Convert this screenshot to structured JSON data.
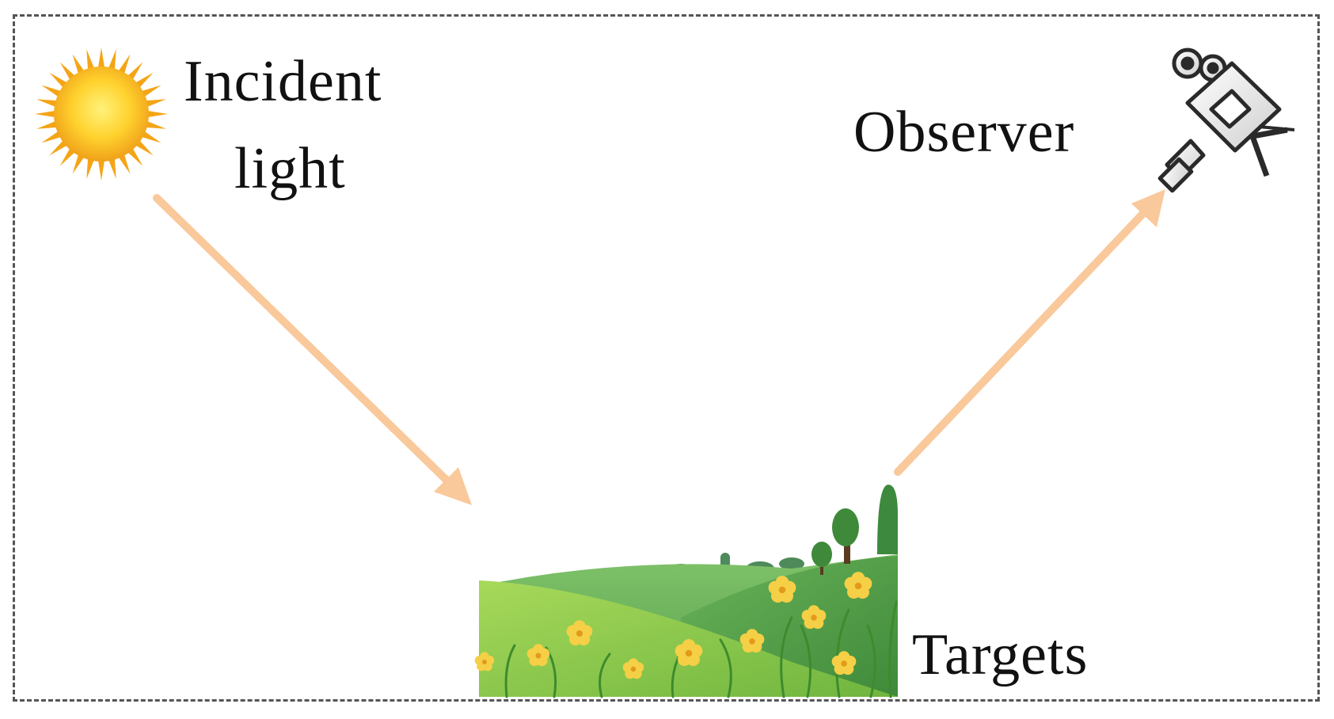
{
  "diagram": {
    "incident_light_line1": "Incident",
    "incident_light_line2": "light",
    "observer_label": "Observer",
    "targets_label": "Targets"
  },
  "colors": {
    "arrow": "#f9c99b",
    "frame_border": "#555555",
    "text": "#111111",
    "sun_core": "#ffd22e",
    "sun_ray": "#f4a516",
    "grass_light": "#8fcf4a",
    "grass_dark": "#4f9a3a",
    "flower": "#f5cf45"
  },
  "icons": {
    "sun": "sun-icon",
    "observer": "movie-camera-icon",
    "targets": "meadow-landscape-icon"
  }
}
